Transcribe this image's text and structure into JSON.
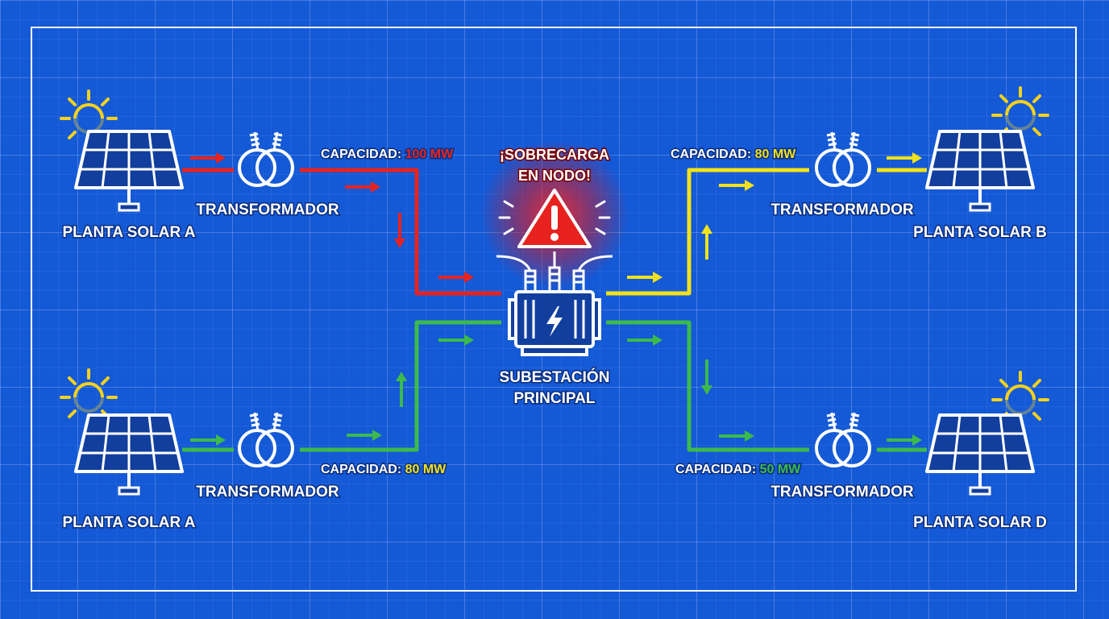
{
  "colors": {
    "background": "#1459d6",
    "line_overload": "#e8231f",
    "line_warning": "#f2e21a",
    "line_ok": "#3cba4c",
    "icon_stroke": "#ffffff",
    "sun": "#f7d21c"
  },
  "alert": {
    "line1": "¡SOBRECARGA",
    "line2": "EN NODO!",
    "icon": "warning-triangle-icon"
  },
  "substation": {
    "line1": "SUBESTACIÓN",
    "line2": "PRINCIPAL",
    "icon": "substation-transformer-icon"
  },
  "branches": [
    {
      "plant": "PLANTA SOLAR A",
      "transformer": "TRANSFORMADOR",
      "capacity_label": "CAPACIDAD:",
      "capacity_value": "100 MW",
      "status": "overload"
    },
    {
      "plant": "PLANTA SOLAR A",
      "transformer": "TRANSFORMADOR",
      "capacity_label": "CAPACIDAD:",
      "capacity_value": "80 MW",
      "status": "ok"
    },
    {
      "plant": "PLANTA SOLAR B",
      "transformer": "TRANSFORMADOR",
      "capacity_label": "CAPACIDAD:",
      "capacity_value": "80 MW",
      "status": "warning"
    },
    {
      "plant": "PLANTA SOLAR D",
      "transformer": "TRANSFORMADOR",
      "capacity_label": "CAPACIDAD:",
      "capacity_value": "50 MW",
      "status": "ok"
    }
  ]
}
